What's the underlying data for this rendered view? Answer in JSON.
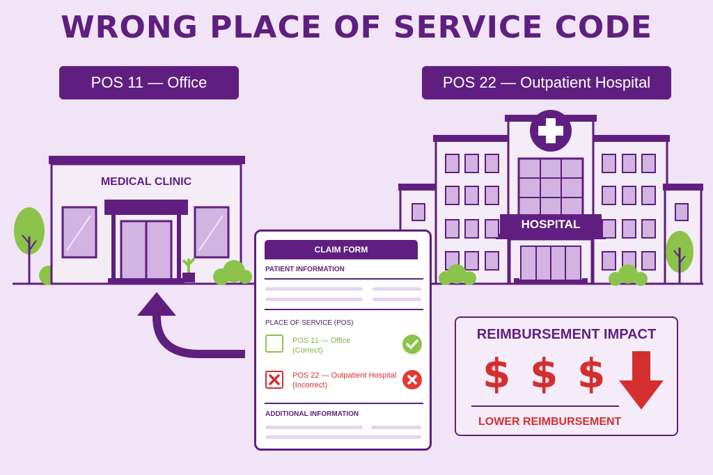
{
  "title": "WRONG PLACE OF SERVICE CODE",
  "left_label": "POS 11 — Office",
  "right_label": "POS 22 — Outpatient Hospital",
  "clinic_sign": "MEDICAL CLINIC",
  "hospital_sign": "HOSPITAL",
  "claim_form": {
    "header": "CLAIM FORM",
    "patient_info": "PATIENT INFORMATION",
    "pos_section": "PLACE OF SERVICE (POS)",
    "option_correct_line1": "POS 11 — Office",
    "option_correct_line2": "(Correct)",
    "option_incorrect_line1": "POS 22 — Outpatient Hospital",
    "option_incorrect_line2": "(Incorrect)",
    "additional_info": "ADDITIONAL INFORMATION"
  },
  "impact": {
    "title": "REIMBURSEMENT IMPACT",
    "dollar_symbol": "$",
    "subtitle": "LOWER REIMBURSEMENT"
  },
  "colors": {
    "background": "#f2e4f7",
    "primary_purple": "#5e1f7f",
    "building_fill": "#f4ecf7",
    "window_fill": "#d3b3e2",
    "correct_green": "#8bc34a",
    "incorrect_red": "#d32f2f"
  }
}
